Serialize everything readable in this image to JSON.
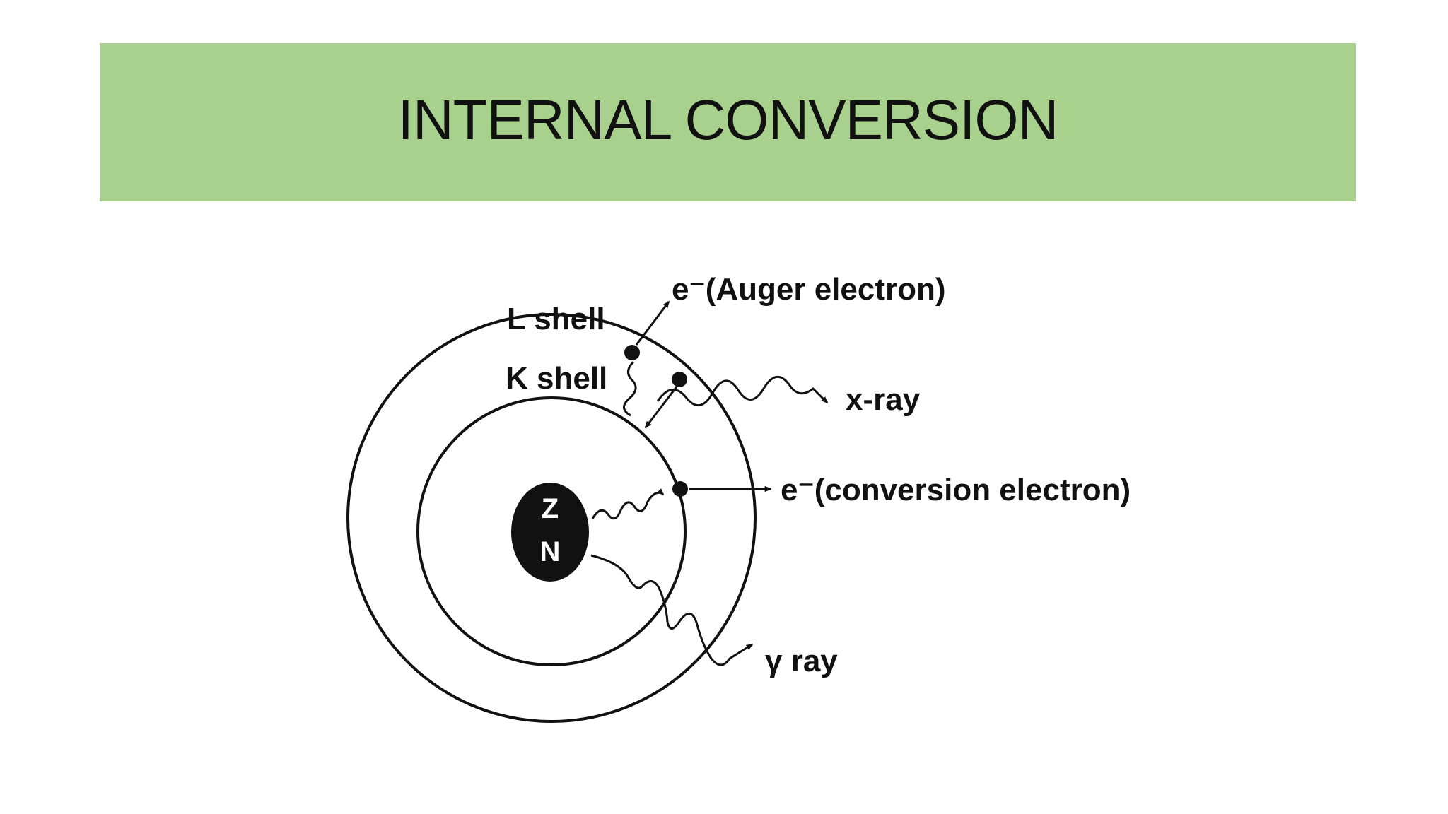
{
  "slide": {
    "title": "INTERNAL CONVERSION",
    "title_band_color": "#a9d18e"
  },
  "diagram": {
    "labels": {
      "l_shell": "L shell",
      "k_shell": "K shell",
      "auger": "e⁻(Auger electron)",
      "xray": "x-ray",
      "conversion": "e⁻(conversion electron)",
      "gamma": "γ ray"
    },
    "nucleus": {
      "z": "Z",
      "n": "N"
    }
  }
}
